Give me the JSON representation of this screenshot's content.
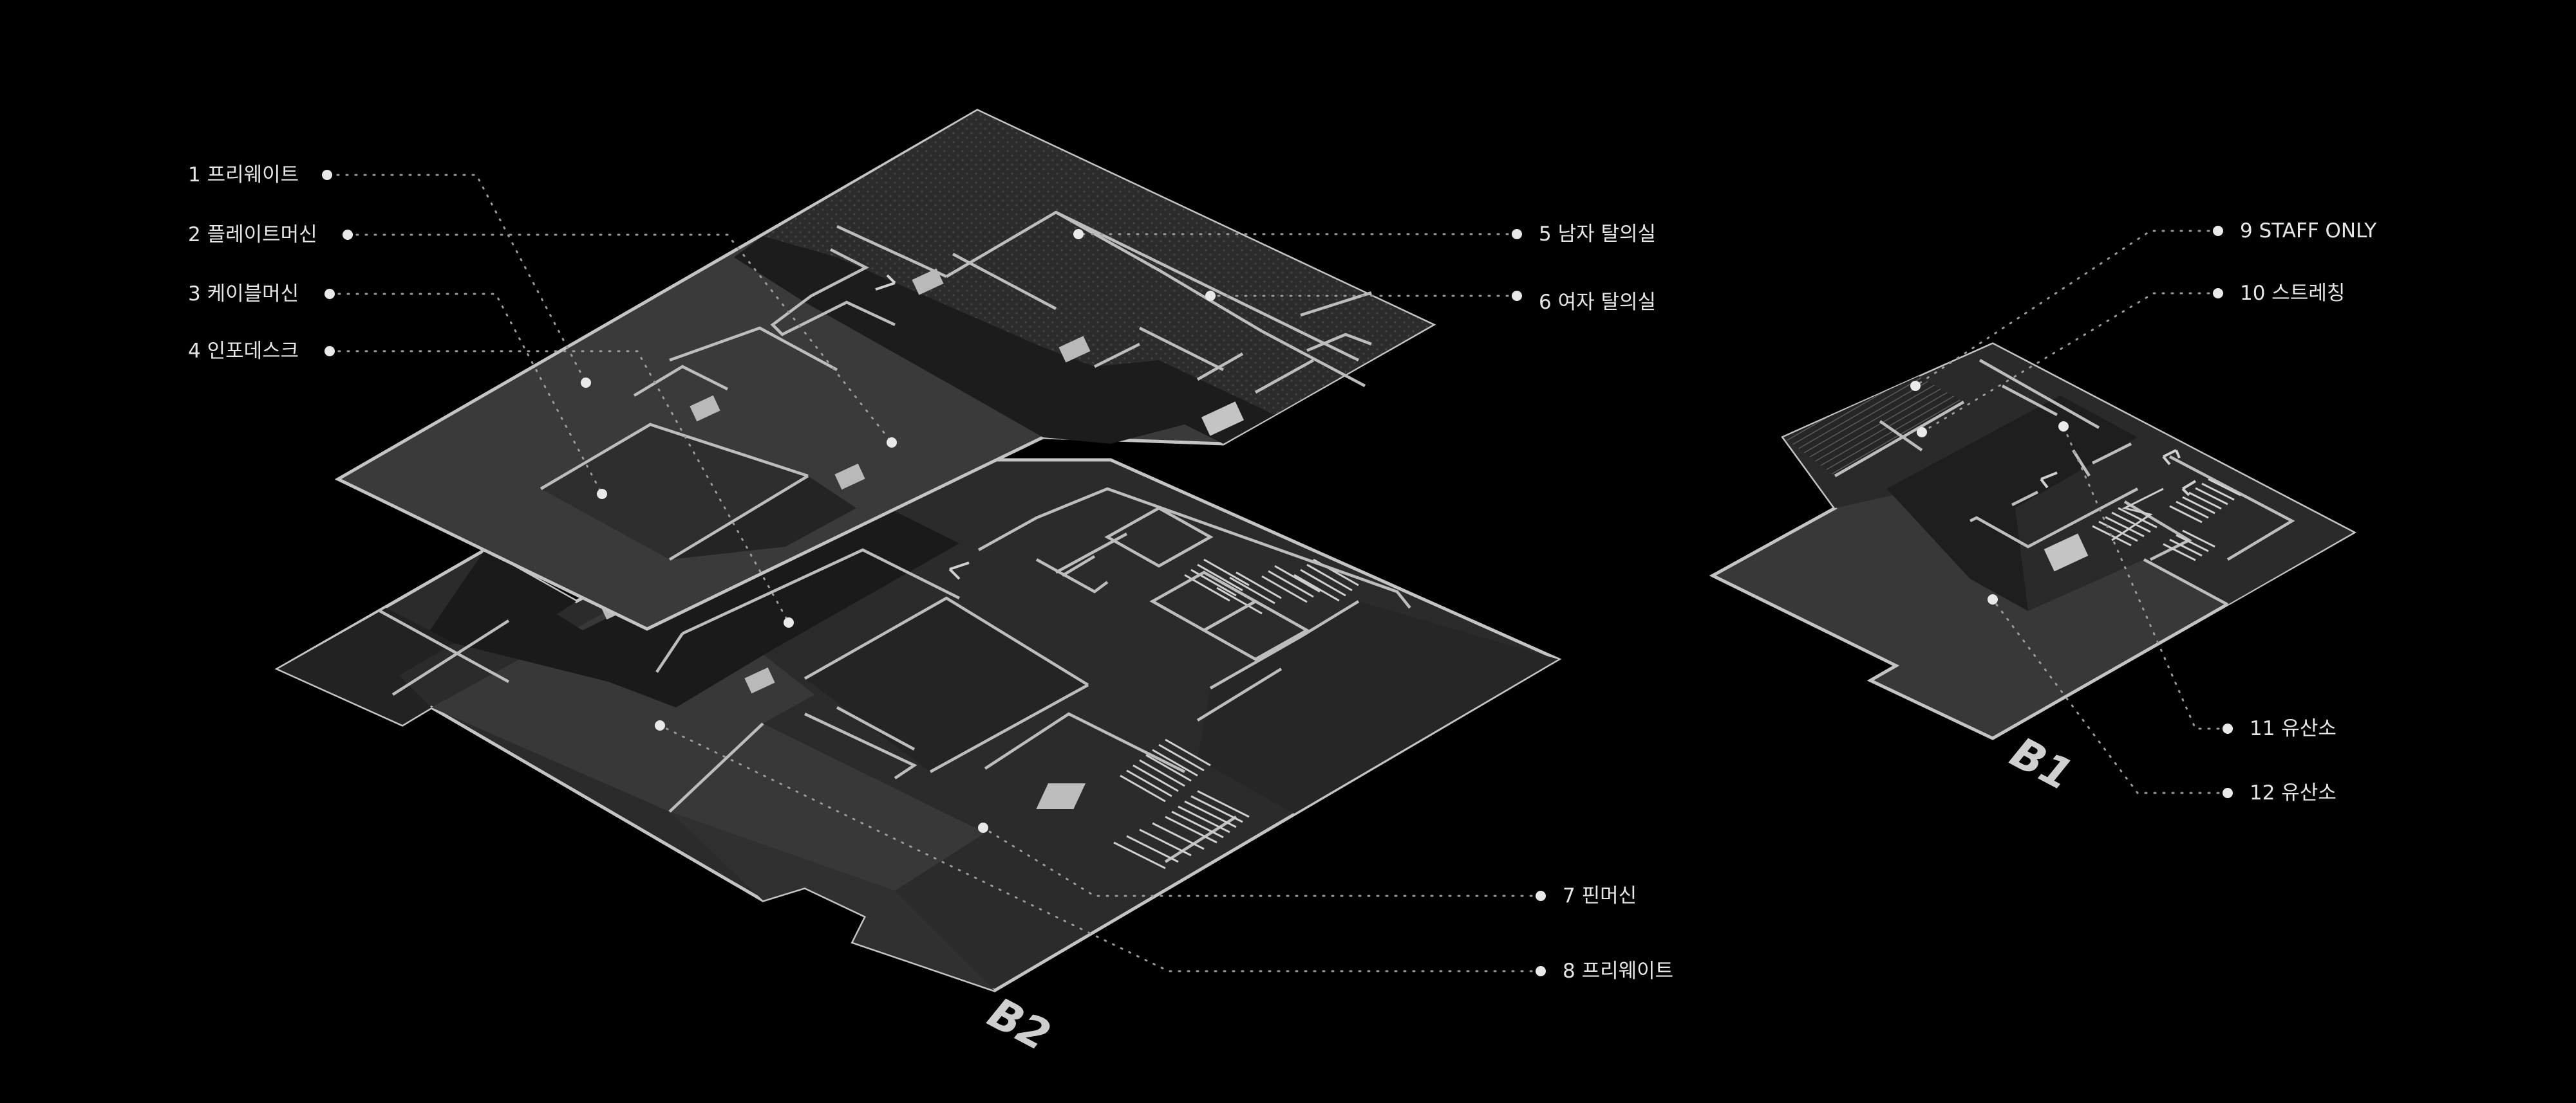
{
  "colors": {
    "background": "#000000",
    "floor_light": "#383838",
    "floor_mid": "#2c2c2c",
    "floor_dark": "#202020",
    "corridor": "#191919",
    "wall": "#bdbdbd",
    "label_text": "#e6e6e6",
    "marker": "#b9b9b9"
  },
  "floors": {
    "b2": {
      "name": "B2"
    },
    "b1": {
      "name": "B1"
    }
  },
  "labels": [
    {
      "id": 1,
      "text": "1 프리웨이트"
    },
    {
      "id": 2,
      "text": "2 플레이트머신"
    },
    {
      "id": 3,
      "text": "3 케이블머신"
    },
    {
      "id": 4,
      "text": "4 인포데스크"
    },
    {
      "id": 5,
      "text": "5 남자 탈의실"
    },
    {
      "id": 6,
      "text": "6 여자 탈의실"
    },
    {
      "id": 7,
      "text": "7 핀머신"
    },
    {
      "id": 8,
      "text": "8 프리웨이트"
    },
    {
      "id": 9,
      "text": "9 STAFF ONLY"
    },
    {
      "id": 10,
      "text": "10 스트레칭"
    },
    {
      "id": 11,
      "text": "11 유산소"
    },
    {
      "id": 12,
      "text": "12 유산소"
    }
  ],
  "icons": {
    "arrow": "arrow-icon",
    "stairs": "stairs-icon",
    "elevator": "elevator-icon"
  }
}
